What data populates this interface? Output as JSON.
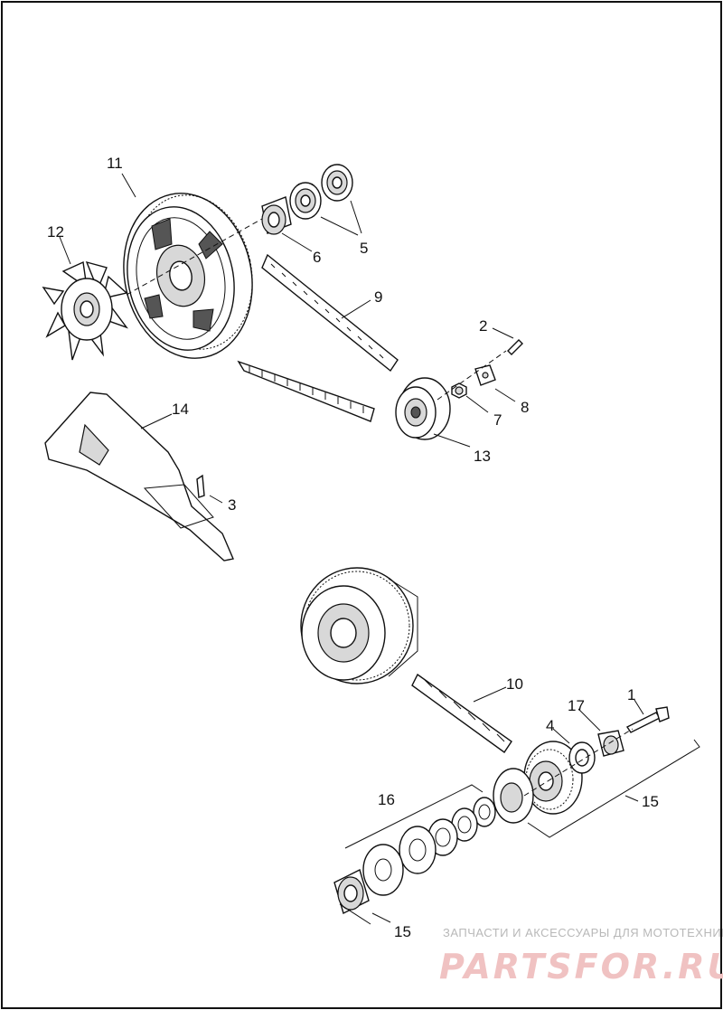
{
  "diagram": {
    "callouts": {
      "c1": "1",
      "c2": "2",
      "c3": "3",
      "c4": "4",
      "c5": "5",
      "c6": "6",
      "c7": "7",
      "c8": "8",
      "c9": "9",
      "c10": "10",
      "c11": "11",
      "c12": "12",
      "c13": "13",
      "c14": "14",
      "c15a": "15",
      "c15b": "15",
      "c16": "16",
      "c17": "17"
    }
  },
  "watermark": {
    "tagline": "ЗАПЧАСТИ И АКСЕССУАРЫ ДЛЯ МОТОТЕХНИКИ",
    "brand": "PARTSFOR.RU"
  }
}
